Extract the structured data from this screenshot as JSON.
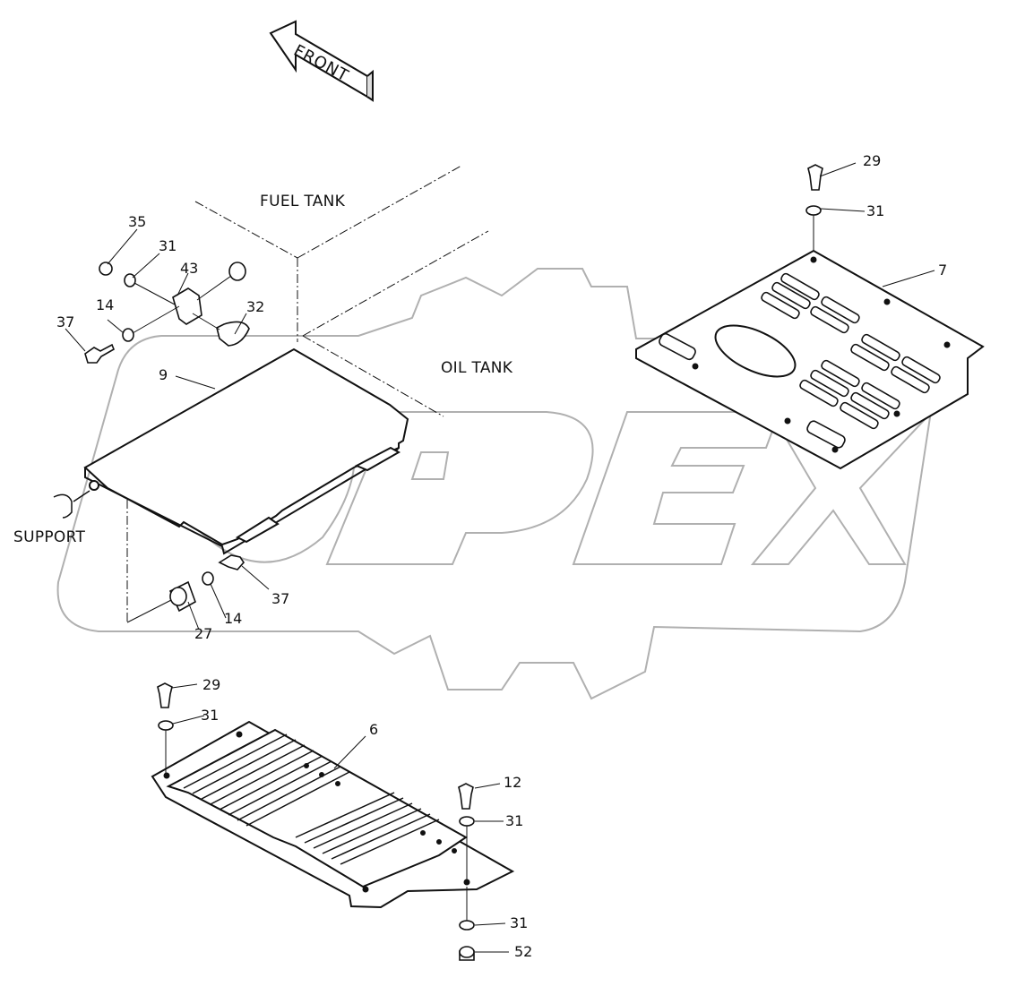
{
  "diagram": {
    "direction_label": "FRONT",
    "area_labels": {
      "fuel_tank": "FUEL TANK",
      "oil_tank": "OIL TANK",
      "support": "SUPPORT"
    },
    "watermark": "OPEX",
    "watermark_color": "#b0b0b0",
    "line_color": "#111111",
    "callouts": [
      {
        "id": "c35",
        "number": "35"
      },
      {
        "id": "c31a",
        "number": "31"
      },
      {
        "id": "c43",
        "number": "43"
      },
      {
        "id": "c14a",
        "number": "14"
      },
      {
        "id": "c32",
        "number": "32"
      },
      {
        "id": "c37a",
        "number": "37"
      },
      {
        "id": "c9",
        "number": "9"
      },
      {
        "id": "c37b",
        "number": "37"
      },
      {
        "id": "c14b",
        "number": "14"
      },
      {
        "id": "c27",
        "number": "27"
      },
      {
        "id": "c29a",
        "number": "29"
      },
      {
        "id": "c31b",
        "number": "31"
      },
      {
        "id": "c7",
        "number": "7"
      },
      {
        "id": "c29b",
        "number": "29"
      },
      {
        "id": "c31c",
        "number": "31"
      },
      {
        "id": "c6",
        "number": "6"
      },
      {
        "id": "c12",
        "number": "12"
      },
      {
        "id": "c31d",
        "number": "31"
      },
      {
        "id": "c31e",
        "number": "31"
      },
      {
        "id": "c52",
        "number": "52"
      }
    ]
  }
}
